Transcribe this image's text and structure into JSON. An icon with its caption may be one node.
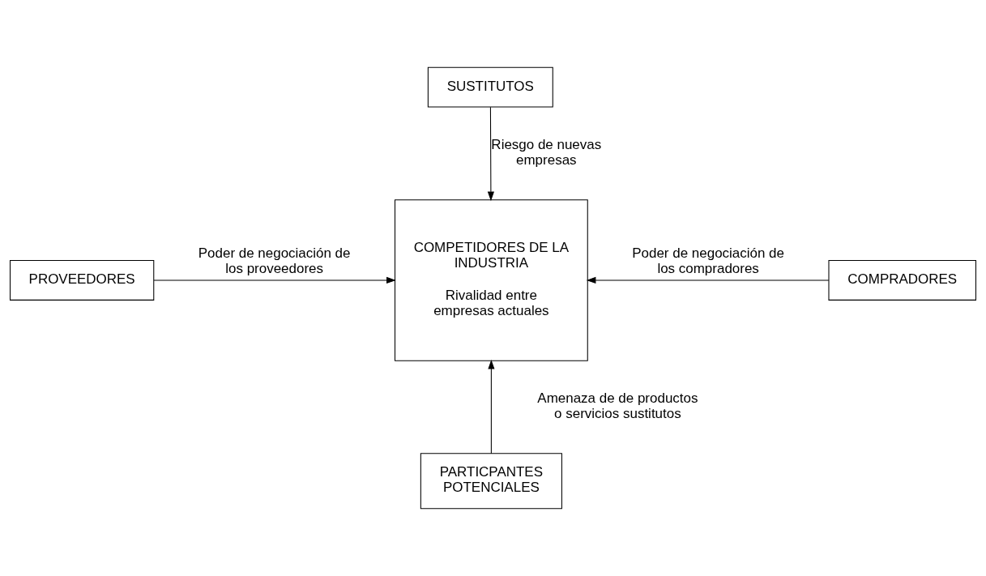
{
  "diagram": {
    "nodes": [
      {
        "text": [
          "SUSTITUTOS"
        ]
      },
      {
        "text": [
          "COMPETIDORES DE LA INDUSTRIA",
          "Rivalidad entre empresas actuales"
        ]
      },
      {
        "text": [
          "PROVEEDORES"
        ]
      },
      {
        "text": [
          "COMPRADORES"
        ]
      },
      {
        "text": [
          "PARTICPANTES POTENCIALES"
        ]
      }
    ],
    "edges": [
      {
        "from": 0,
        "to": 1,
        "arrow": "to",
        "label": "Riesgo de nuevas empresas"
      },
      {
        "from": 2,
        "to": 1,
        "arrow": "to",
        "label": "Poder de negociación de los proveedores"
      },
      {
        "from": 3,
        "to": 1,
        "arrow": "to",
        "label": "Poder de negociación de los compradores"
      },
      {
        "from": 4,
        "to": 1,
        "arrow": "to",
        "label": "Amenaza de de productos o servicios sustitutos"
      }
    ]
  }
}
